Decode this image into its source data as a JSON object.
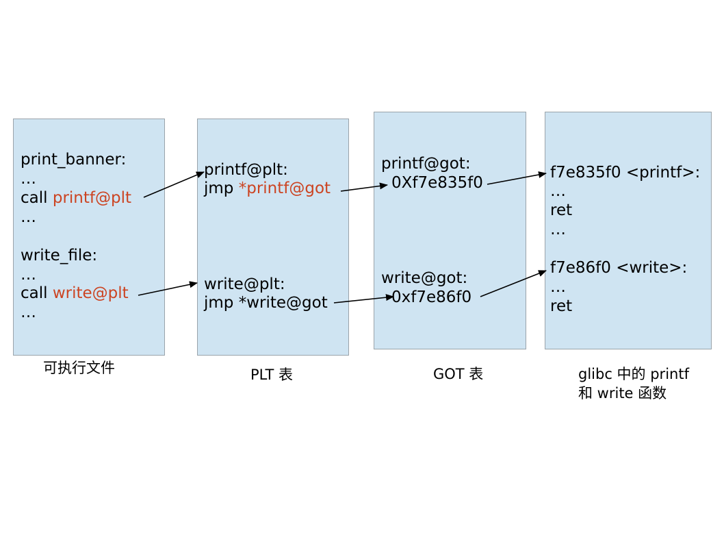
{
  "executable": {
    "lines": [
      "print_banner:",
      "…",
      "call ",
      "printf@plt",
      "…",
      "write_file:",
      "…",
      "call ",
      "write@plt",
      "…"
    ],
    "caption": "可执行文件"
  },
  "plt": {
    "lines": [
      "printf@plt:",
      "jmp ",
      "*printf@got",
      "write@plt:",
      "jmp *write@got"
    ],
    "caption": "PLT 表"
  },
  "got": {
    "lines": [
      "printf@got:",
      "0Xf7e835f0",
      "write@got:",
      "0xf7e86f0"
    ],
    "caption": "GOT 表"
  },
  "glibc": {
    "lines": [
      "f7e835f0 <printf>:",
      "…",
      "ret",
      "…",
      "f7e86f0 <write>:",
      "…",
      "ret"
    ],
    "caption_lines": [
      "glibc 中的 printf",
      "和 write 函数"
    ]
  },
  "colors": {
    "box_fill": "#cfe4f2",
    "highlight_text": "#cc4422"
  }
}
